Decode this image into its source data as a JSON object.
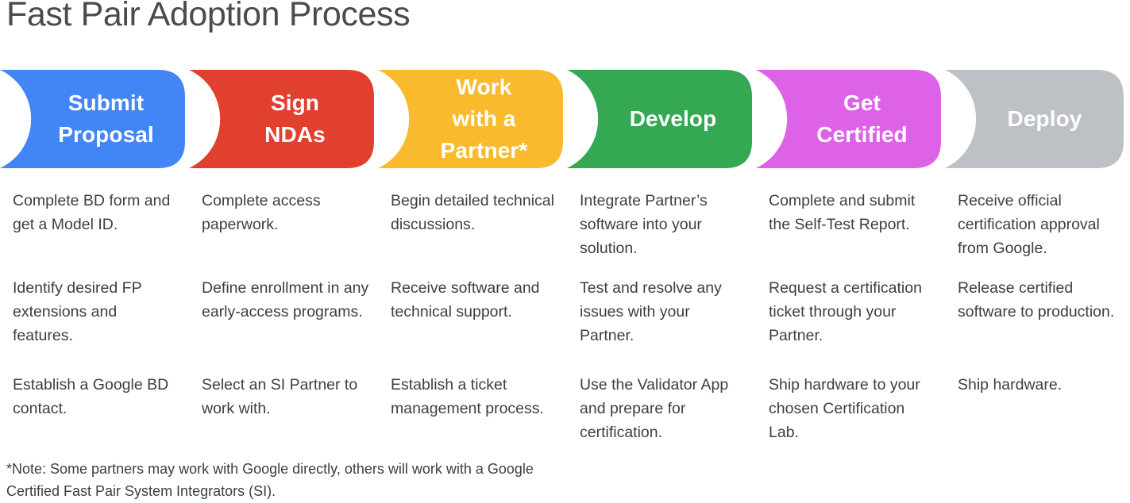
{
  "page": {
    "title": "Fast Pair Adoption Process",
    "background_color": "#ffffff",
    "text_color": "#3c4043"
  },
  "banner": {
    "steps": [
      {
        "label": "Submit\nProposal",
        "color": "#4285f4",
        "name": "submit-proposal"
      },
      {
        "label": "Sign\nNDAs",
        "color": "#e2402f",
        "name": "sign-ndas"
      },
      {
        "label": "Work\nwith a\nPartner*",
        "color": "#f9bb2d",
        "name": "work-with-a-partner"
      },
      {
        "label": "Develop",
        "color": "#34a853",
        "name": "develop"
      },
      {
        "label": "Get\nCertified",
        "color": "#dd62e8",
        "name": "get-certified"
      },
      {
        "label": "Deploy",
        "color": "#bdc1c6",
        "name": "deploy"
      }
    ]
  },
  "columns": [
    {
      "step": "Submit Proposal",
      "items": [
        "Complete BD form and get a Model ID.",
        "Identify desired FP extensions and features.",
        "Establish a Google BD contact."
      ]
    },
    {
      "step": "Sign NDAs",
      "items": [
        "Complete access paperwork.",
        "Define enrollment in any early-access programs.",
        "Select an SI Partner to work with."
      ]
    },
    {
      "step": "Work with a Partner",
      "items": [
        "Begin detailed technical discussions.",
        "Receive software and technical support.",
        "Establish a ticket management process."
      ]
    },
    {
      "step": "Develop",
      "items": [
        "Integrate Partner’s software into your solution.",
        "Test and resolve any issues with your Partner.",
        "Use the Validator App and prepare for certification."
      ]
    },
    {
      "step": "Get Certified",
      "items": [
        "Complete and submit the Self-Test Report.",
        "Request a certification ticket through your Partner.",
        "Ship hardware to your chosen Certification Lab."
      ]
    },
    {
      "step": "Deploy",
      "items": [
        "Receive official certification approval from Google.",
        "Release certified software to production.",
        "Ship hardware."
      ]
    }
  ],
  "footnote": {
    "text": "*Note: Some partners may work with Google directly, others will work with a Google Certified Fast Pair System Integrators (SI)."
  }
}
